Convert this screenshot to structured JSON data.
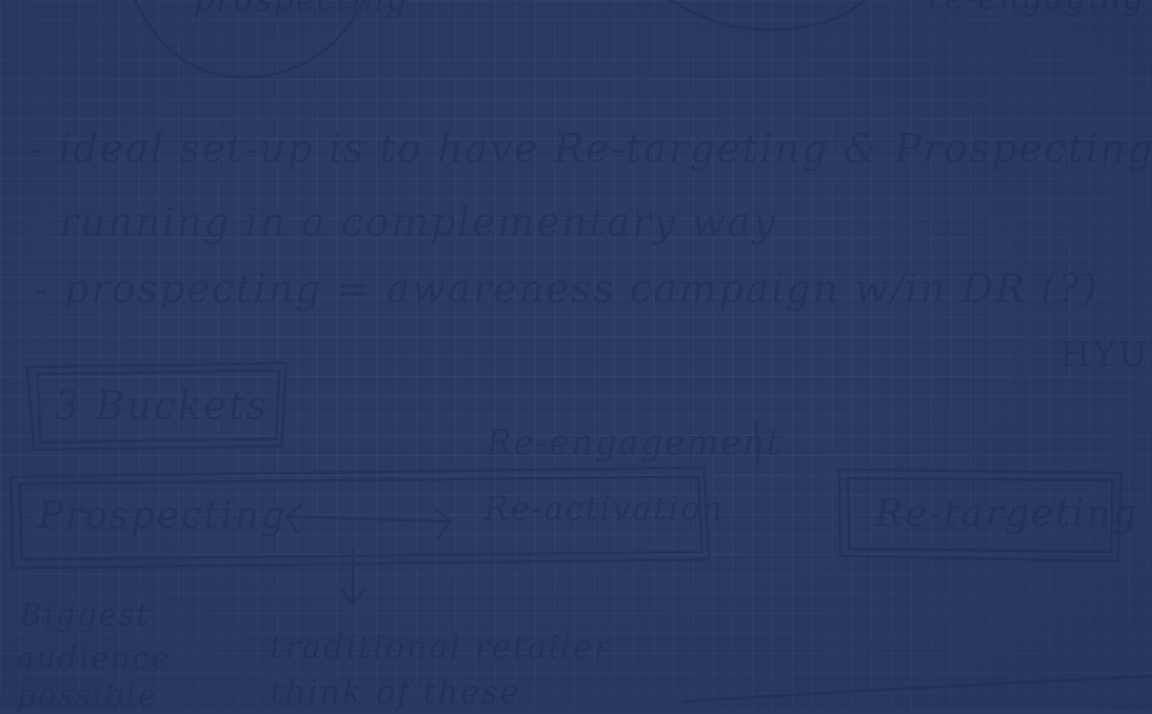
{
  "notes": {
    "top_left_fragment": "prospecting",
    "top_right_fragment": "re-engaging",
    "line1": "- ideal set-up is to have Re-targeting & Prospecting",
    "line2": "running in a complementary way",
    "line3": "- prospecting = awareness campaign w/in DR (?)",
    "side_label": "HYUN",
    "buckets_box": "3 Buckets",
    "re_engagement": "Re-engagement",
    "prospecting_box": "Prospecting",
    "re_activation": "Re-activation",
    "re_targeting_box": "Re-targeting",
    "biggest_audience": [
      "Biggest",
      "audience",
      "possible"
    ],
    "traditional": [
      "traditional retailer",
      "think of these"
    ]
  },
  "colors": {
    "background": "#2a3b62",
    "ink": "#223459"
  }
}
